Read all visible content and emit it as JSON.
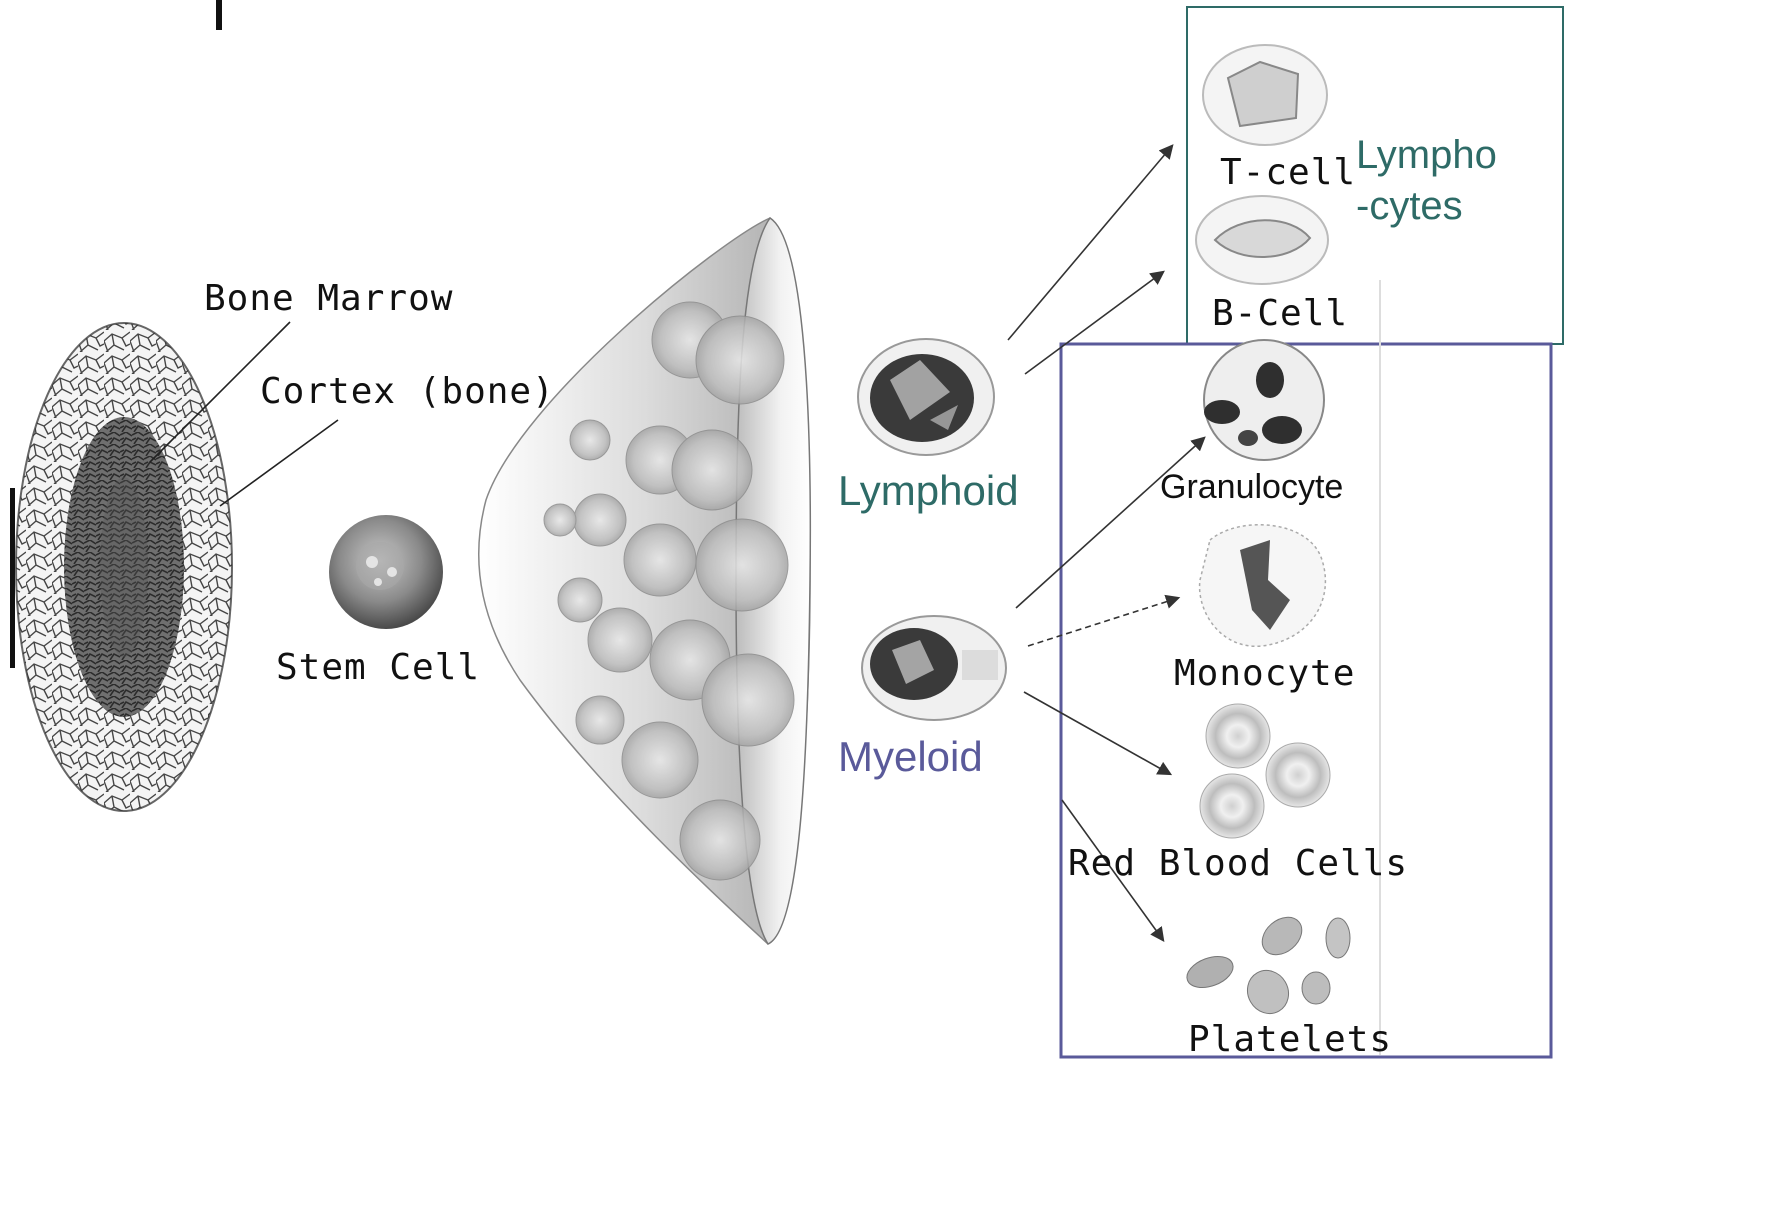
{
  "colors": {
    "lymph": "#2e6b67",
    "myeloid": "#5a5a9a",
    "arrow": "#333333"
  },
  "labels": {
    "bone_marrow": "Bone Marrow",
    "cortex": "Cortex (bone)",
    "stem_cell": "Stem Cell",
    "lymphoid": "Lymphoid",
    "myeloid": "Myeloid",
    "t_cell": "T-cell",
    "b_cell": "B-Cell",
    "lymphocytes_1": "Lympho",
    "lymphocytes_2": "-cytes",
    "granulocyte": "Granulocyte",
    "monocyte": "Monocyte",
    "rbc": "Red Blood Cells",
    "platelets": "Platelets"
  }
}
